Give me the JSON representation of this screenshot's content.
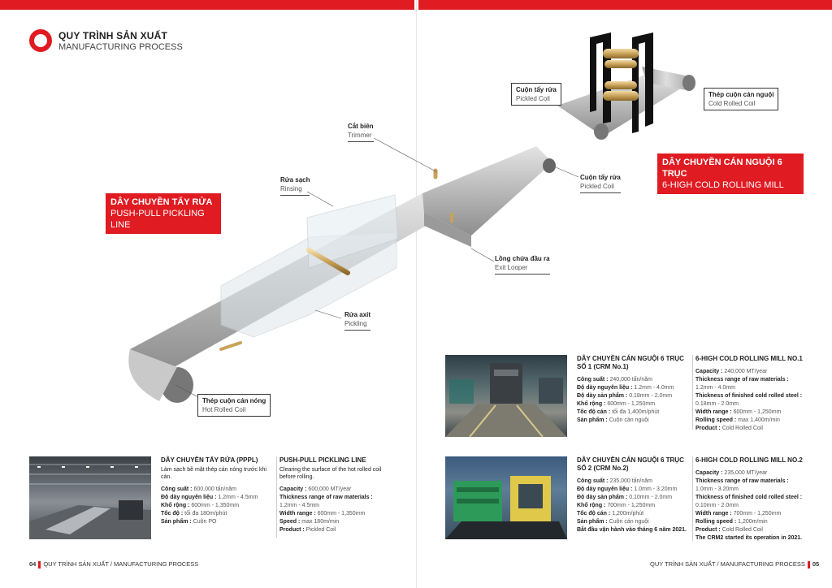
{
  "header": {
    "title_vi": "QUY TRÌNH SẢN XUẤT",
    "title_en": "MANUFACTURING PROCESS"
  },
  "left_diagram": {
    "trimmer": {
      "vi": "Cắt biên",
      "en": "Trimmer"
    },
    "rinsing": {
      "vi": "Rửa sạch",
      "en": "Rinsing"
    },
    "pickled_coil": {
      "vi": "Cuộn tẩy rửa",
      "en": "Pickled Coil"
    },
    "exit_looper": {
      "vi": "Lồng chứa đầu ra",
      "en": "Exit Looper"
    },
    "pickling": {
      "vi": "Rửa axit",
      "en": "Pickling"
    },
    "hot_rolled_coil": {
      "vi": "Thép cuộn cán nóng",
      "en": "Hot Rolled Coil"
    },
    "line_title_vi": "DÂY CHUYỀN TẨY RỬA",
    "line_title_en": "PUSH-PULL PICKLING LINE"
  },
  "right_diagram": {
    "pickled_coil": {
      "vi": "Cuộn tẩy rửa",
      "en": "Pickled Coil"
    },
    "cold_rolled_coil": {
      "vi": "Thép cuộn cán nguội",
      "en": "Cold Rolled Coil"
    },
    "line_title_vi": "DÂY CHUYỀN CÁN NGUỘI 6 TRỤC",
    "line_title_en": "6-HIGH COLD ROLLING MILL"
  },
  "pppl_vi": {
    "title": "DÂY CHUYỀN TẨY RỬA (PPPL)",
    "desc": "Làm sạch bề mặt thép cán nóng trước khi cán.",
    "rows": [
      {
        "k": "Công suất :",
        "v": "600,000 tấn/năm"
      },
      {
        "k": "Độ dày nguyên liệu :",
        "v": "1.2mm - 4.5mm"
      },
      {
        "k": "Khổ rộng :",
        "v": "600mm - 1,350mm"
      },
      {
        "k": "Tốc độ :",
        "v": "tối đa 180m/phút"
      },
      {
        "k": "Sản phẩm :",
        "v": "Cuộn PO"
      }
    ]
  },
  "pppl_en": {
    "title": "PUSH-PULL PICKLING LINE",
    "desc": "Clearing the surface of the hot rolled coil before rolling.",
    "rows": [
      {
        "k": "Capacity :",
        "v": "600,000 MT/year"
      },
      {
        "k": "Thickness range of raw materials :",
        "v": "1.2mm - 4.5mm"
      },
      {
        "k": "Width range :",
        "v": "600mm - 1,350mm"
      },
      {
        "k": "Speed :",
        "v": "max 180m/min"
      },
      {
        "k": "Product :",
        "v": "Pickled Coil"
      }
    ]
  },
  "crm1_vi": {
    "title": "DÂY CHUYỀN CÁN NGUỘI 6 TRỤC SỐ 1 (CRM No.1)",
    "rows": [
      {
        "k": "Công suất :",
        "v": "240,000 tấn/năm"
      },
      {
        "k": "Độ dày nguyên liệu :",
        "v": "1.2mm - 4.0mm"
      },
      {
        "k": "Độ dày sản phẩm :",
        "v": "0.18mm - 2.0mm"
      },
      {
        "k": "Khổ rộng :",
        "v": "600mm - 1,250mm"
      },
      {
        "k": "Tốc độ cán :",
        "v": "tối đa 1,400m/phút"
      },
      {
        "k": "Sản phẩm :",
        "v": "Cuộn cán nguội"
      }
    ]
  },
  "crm1_en": {
    "title": "6-HIGH COLD ROLLING MILL NO.1",
    "rows": [
      {
        "k": "Capacity :",
        "v": "240,000 MT/year"
      },
      {
        "k": "Thickness range of raw materials :",
        "v": "1.2mm - 4.0mm"
      },
      {
        "k": "Thickness of finished cold rolled steel :",
        "v": "0.18mm - 2.0mm"
      },
      {
        "k": "Width range :",
        "v": "600mm - 1,250mm"
      },
      {
        "k": "Rolling speed :",
        "v": "max 1,400m/min"
      },
      {
        "k": "Product :",
        "v": "Cold Rolled Coil"
      }
    ]
  },
  "crm2_vi": {
    "title": "DÂY CHUYỀN CÁN NGUỘI 6 TRỤC SỐ 2 (CRM No.2)",
    "rows": [
      {
        "k": "Công suất :",
        "v": "235,000 tấn/năm"
      },
      {
        "k": "Độ dày nguyên liệu :",
        "v": "1.0mm - 3.20mm"
      },
      {
        "k": "Độ dày sản phẩm :",
        "v": "0.10mm - 2.0mm"
      },
      {
        "k": "Khổ rộng :",
        "v": "700mm - 1,250mm"
      },
      {
        "k": "Tốc độ cán :",
        "v": "1,200m/phút"
      },
      {
        "k": "Sản phẩm :",
        "v": "Cuộn cán nguội"
      }
    ],
    "note": "Bắt đầu vận hành vào tháng 6 năm 2021."
  },
  "crm2_en": {
    "title": "6-HIGH COLD ROLLING MILL NO.2",
    "rows": [
      {
        "k": "Capacity :",
        "v": "235,000 MT/year"
      },
      {
        "k": "Thickness range of raw materials :",
        "v": "1.0mm - 3.20mm"
      },
      {
        "k": "Thickness of finished cold rolled steel :",
        "v": "0.10mm - 2.0mm"
      },
      {
        "k": "Width range :",
        "v": "700mm - 1,250mm"
      },
      {
        "k": "Rolling speed :",
        "v": "1,200m/min"
      },
      {
        "k": "Product :",
        "v": "Cold Rolled Coil"
      }
    ],
    "note": "The CRM2 started its operation in 2021."
  },
  "footer": {
    "left_num": "04",
    "left_text": "QUY TRÌNH SẢN XUẤT / MANUFACTURING PROCESS",
    "right_text": "QUY TRÌNH SẢN XUẤT / MANUFACTURING PROCESS",
    "right_num": "05"
  },
  "colors": {
    "accent": "#e01b22"
  }
}
